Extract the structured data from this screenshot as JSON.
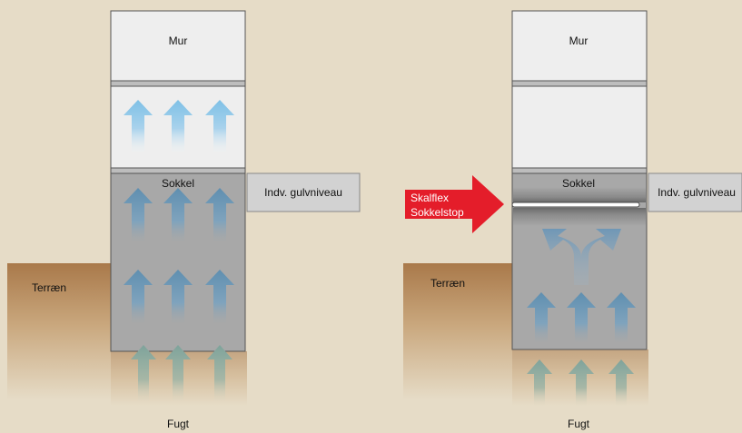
{
  "left_diagram": {
    "wall_label": "Mur",
    "plinth_label": "Sokkel",
    "floor_label": "Indv. gulvniveau",
    "terrain_label": "Terræn",
    "moisture_label": "Fugt"
  },
  "right_diagram": {
    "wall_label": "Mur",
    "plinth_label": "Sokkel",
    "floor_label": "Indv. gulvniveau",
    "terrain_label": "Terræn",
    "moisture_label": "Fugt",
    "product_label_line1": "Skalflex",
    "product_label_line2": "Sokkelstop"
  },
  "colors": {
    "background": "#e6dcc7",
    "wall": "#eeeeee",
    "plinth": "#a8a8a8",
    "floor": "#d2d2d2",
    "terrain_top": "#a9794a",
    "accent_red": "#e41d2a",
    "arrow_blue": "#7fb2d2",
    "arrow_teal": "#7ea39b"
  }
}
